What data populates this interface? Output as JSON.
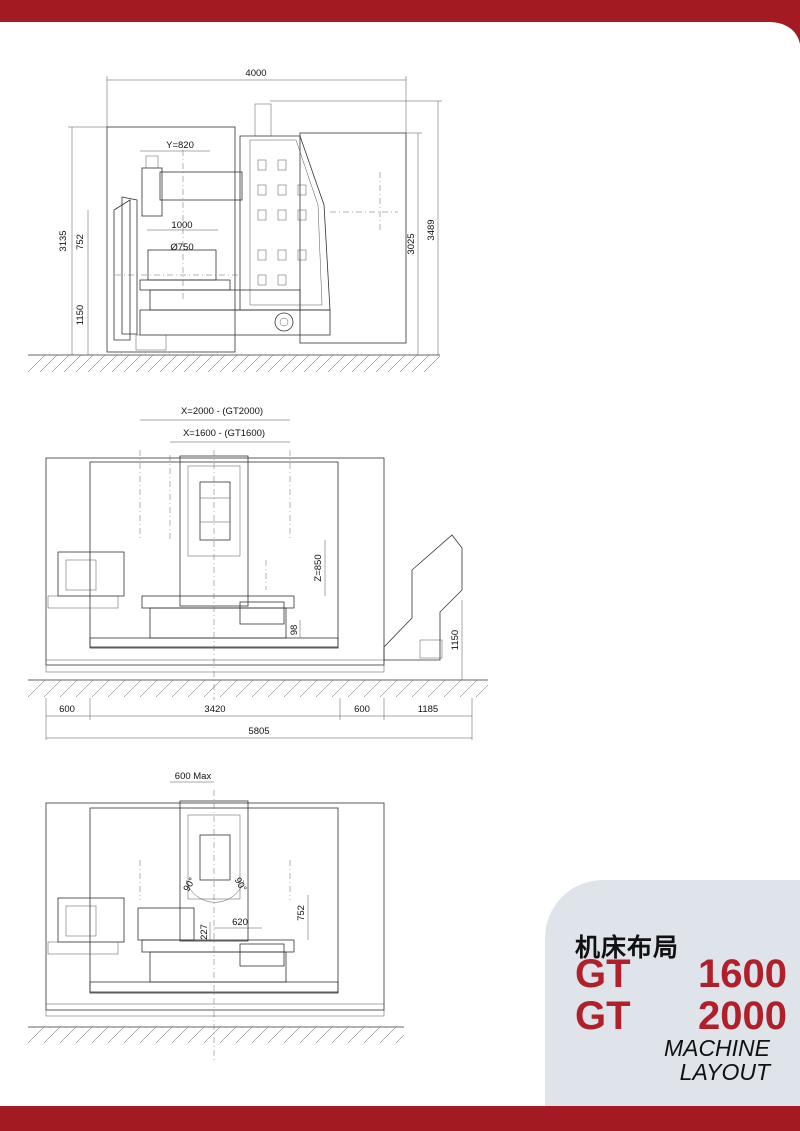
{
  "colors": {
    "brand_red": "#a31a22",
    "panel_grey": "#dfe3ea"
  },
  "title": {
    "cn": "机床布局",
    "models": [
      [
        "GT",
        "1600"
      ],
      [
        "GT",
        "2000"
      ]
    ],
    "subtitle_lines": [
      "MACHINE",
      "LAYOUT"
    ]
  },
  "side_view": {
    "overall_width": "4000",
    "y_travel": "Y=820",
    "table_width": "1000",
    "table_dia": "Ø750",
    "dims": {
      "d3135": "3135",
      "d752": "752",
      "d1150": "1150",
      "d3025": "3025",
      "d3489": "3489"
    }
  },
  "front_view": {
    "x_gt2000": "X=2000 - (GT2000)",
    "x_gt1600": "X=1600 - (GT1600)",
    "z_travel": "Z=850",
    "d98": "98",
    "d1150": "1150",
    "bottom": {
      "left": "600",
      "middle": "3420",
      "right_gap": "600",
      "conveyor": "1185",
      "overall": "5805"
    }
  },
  "rotary_view": {
    "max_shift": "600 Max",
    "angle_left": "90°",
    "angle_right": "90°",
    "d752": "752",
    "d227": "227",
    "d620": "620"
  }
}
